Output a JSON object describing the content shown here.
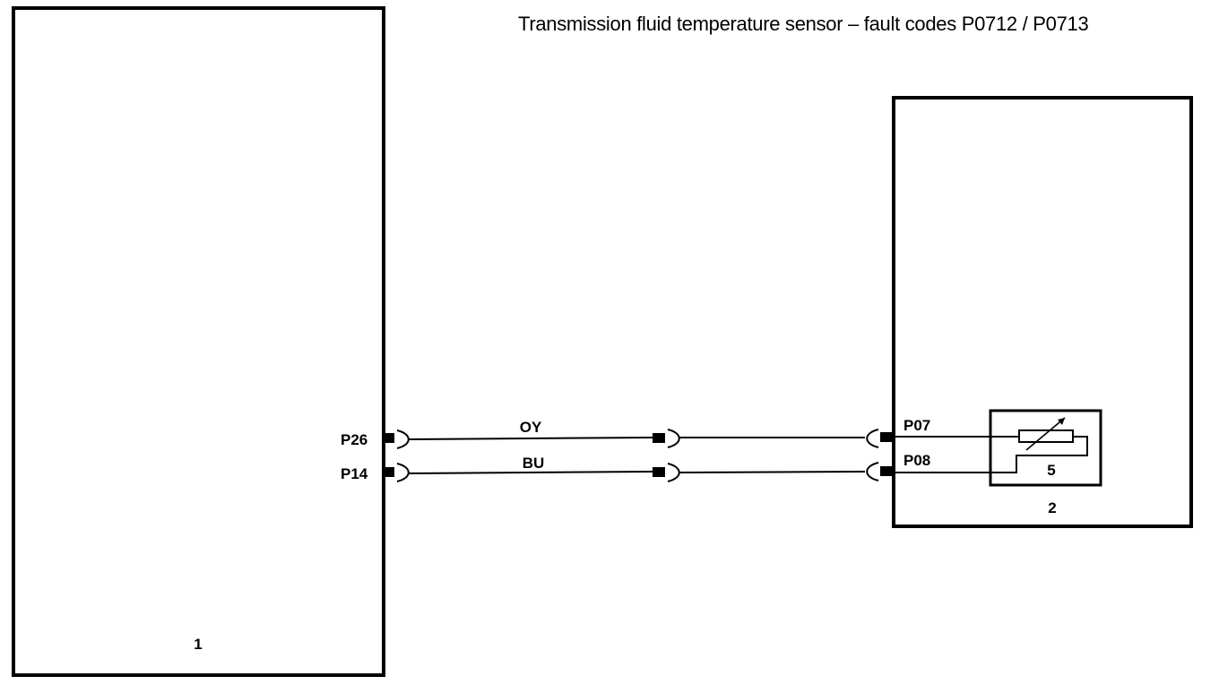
{
  "title": "Transmission fluid temperature sensor – fault codes P0712 / P0713",
  "components": {
    "left_box_label": "1",
    "right_box_label": "2",
    "sensor_label": "5"
  },
  "pins": {
    "left_top": "P26",
    "left_bottom": "P14",
    "right_top": "P07",
    "right_bottom": "P08"
  },
  "wires": {
    "top_color_code": "OY",
    "bottom_color_code": "BU"
  }
}
